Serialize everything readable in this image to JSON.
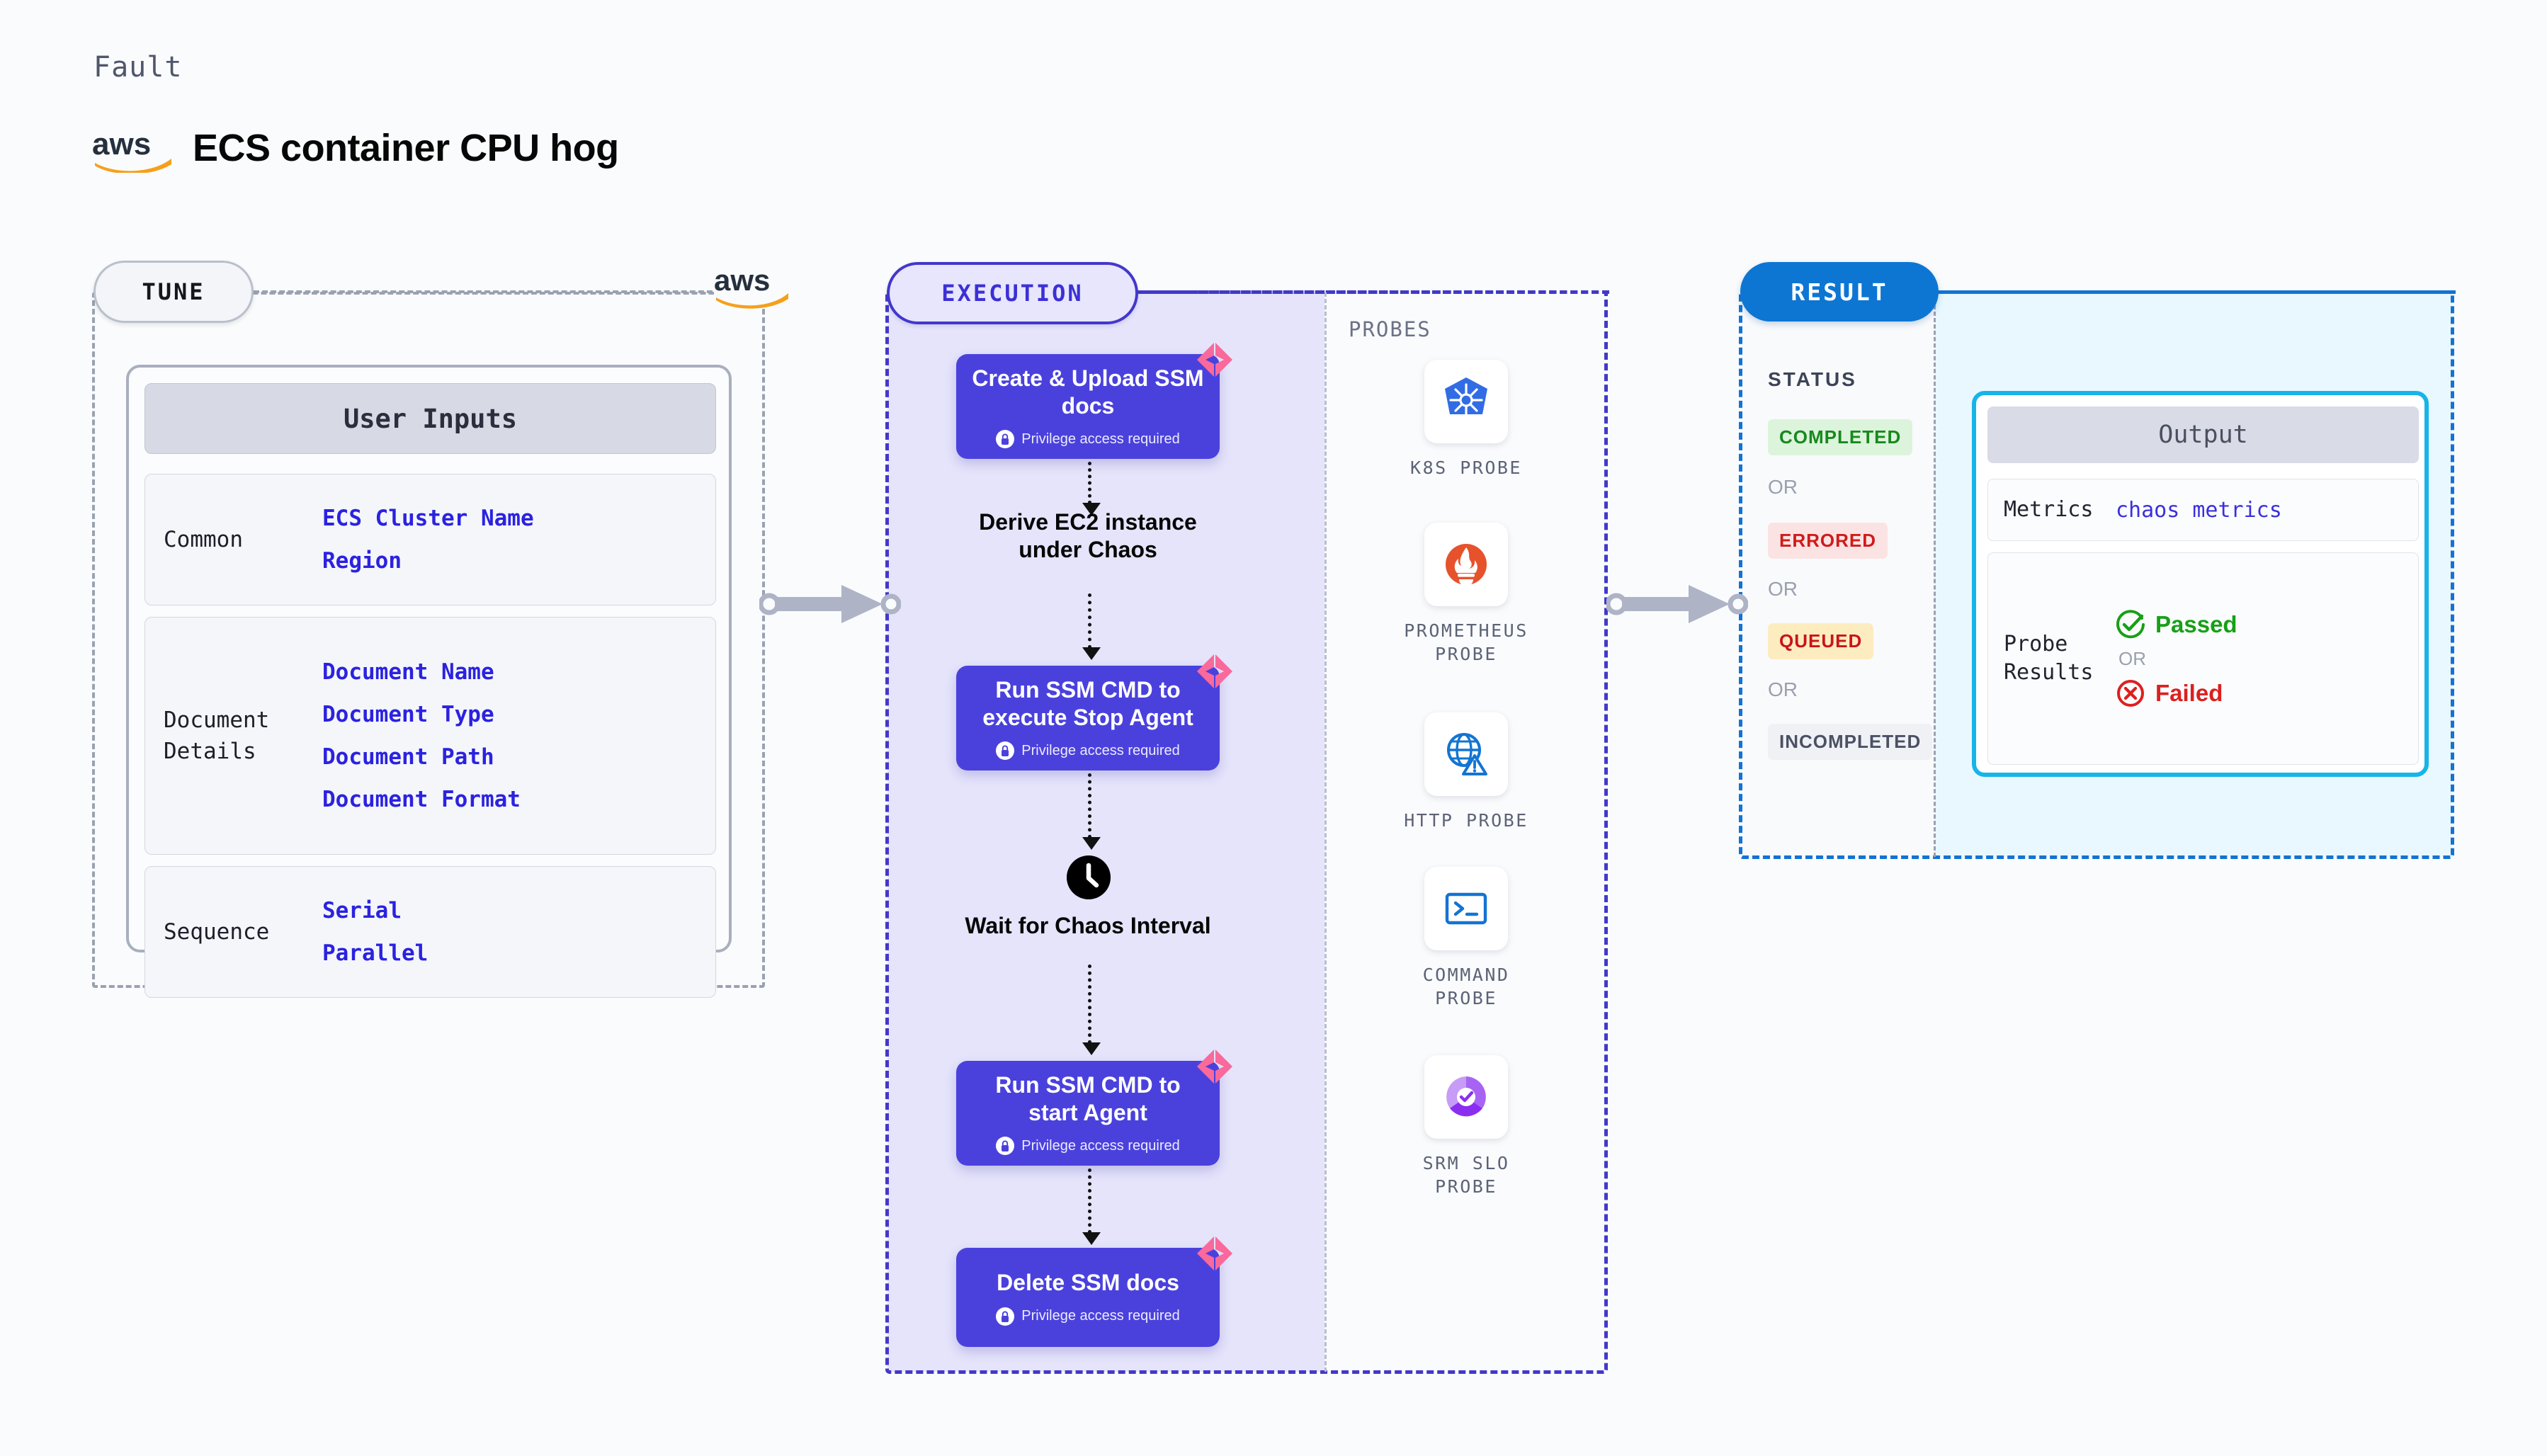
{
  "header": {
    "eyebrow": "Fault",
    "logo_icon": "aws-logo",
    "title": "ECS container CPU hog"
  },
  "tune": {
    "pill_label": "TUNE",
    "logo_icon": "aws-logo",
    "card_header": "User Inputs",
    "groups": [
      {
        "label": "Common",
        "values": [
          "ECS Cluster Name",
          "Region"
        ]
      },
      {
        "label": "Document\nDetails",
        "values": [
          "Document Name",
          "Document Type",
          "Document Path",
          "Document Format"
        ]
      },
      {
        "label": "Sequence",
        "values": [
          "Serial",
          "Parallel"
        ]
      }
    ]
  },
  "execution": {
    "pill_label": "EXECUTION",
    "privilege_note": "Privilege access required",
    "steps": [
      {
        "kind": "box",
        "title": "Create & Upload SSM docs",
        "privileged": true,
        "icon": "harness-mark"
      },
      {
        "kind": "plain",
        "title": "Derive EC2 instance under Chaos",
        "privileged": false,
        "icon": ""
      },
      {
        "kind": "box",
        "title": "Run SSM CMD to execute Stop Agent",
        "privileged": true,
        "icon": "harness-mark"
      },
      {
        "kind": "plain",
        "title": "Wait for Chaos Interval",
        "privileged": false,
        "icon": "clock-icon"
      },
      {
        "kind": "box",
        "title": "Run SSM CMD to start Agent",
        "privileged": true,
        "icon": "harness-mark"
      },
      {
        "kind": "box",
        "title": "Delete SSM docs",
        "privileged": true,
        "icon": "harness-mark"
      }
    ]
  },
  "probes": {
    "title": "PROBES",
    "items": [
      {
        "name": "K8S PROBE",
        "icon": "kubernetes-icon"
      },
      {
        "name": "PROMETHEUS PROBE",
        "icon": "prometheus-icon"
      },
      {
        "name": "HTTP PROBE",
        "icon": "http-globe-icon"
      },
      {
        "name": "COMMAND PROBE",
        "icon": "terminal-icon"
      },
      {
        "name": "SRM SLO PROBE",
        "icon": "srm-slo-icon"
      }
    ]
  },
  "result": {
    "pill_label": "RESULT",
    "status_label": "STATUS",
    "or_label": "OR",
    "statuses": [
      {
        "label": "COMPLETED",
        "bg": "#dcf3dc",
        "fg": "#17891d"
      },
      {
        "label": "ERRORED",
        "bg": "#fce3e3",
        "fg": "#cf1b1b"
      },
      {
        "label": "QUEUED",
        "bg": "#fdecc0",
        "fg": "#c9141a"
      },
      {
        "label": "INCOMPLETED",
        "bg": "#eff1f5",
        "fg": "#4b5164"
      }
    ],
    "output": {
      "header": "Output",
      "metrics_label": "Metrics",
      "metrics_value": "chaos metrics",
      "probe_label": "Probe\nResults",
      "passed": "Passed",
      "failed": "Failed",
      "or_label": "OR"
    }
  },
  "colors": {
    "harness_pink": "#f9699b",
    "step_purple": "#4a41dd",
    "exec_dash": "#4338ca",
    "result_dash": "#1273d4",
    "output_border": "#17b4e9",
    "tune_dash": "#9aa2b1",
    "value_blue": "#2b22e0"
  }
}
